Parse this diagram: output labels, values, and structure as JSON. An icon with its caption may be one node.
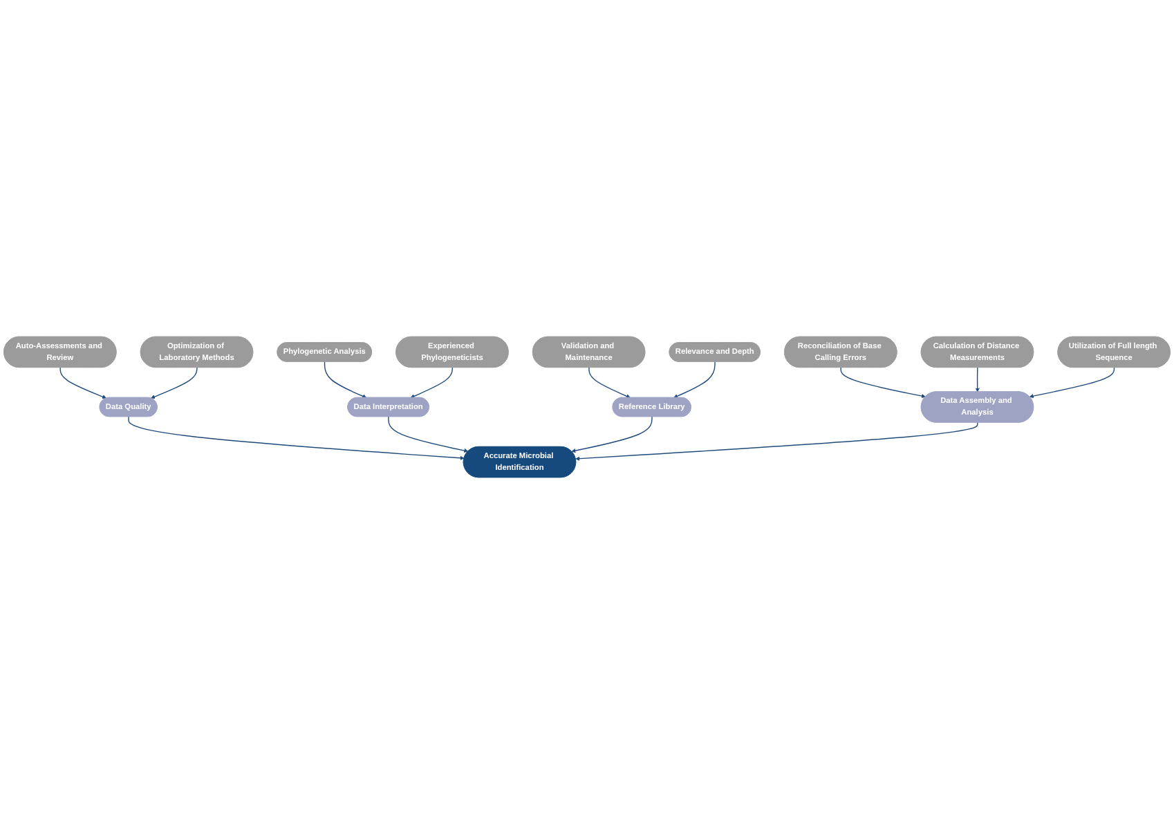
{
  "diagram": {
    "nodes": [
      {
        "text": [
          "Auto-Assessments and Review"
        ]
      },
      {
        "text": [
          "Optimization of Laboratory Methods"
        ]
      },
      {
        "text": [
          "Data Quality"
        ]
      },
      {
        "text": [
          "Phylogenetic Analysis"
        ]
      },
      {
        "text": [
          "Validation and Maintenance"
        ]
      },
      {
        "text": [
          "Data Interpretation"
        ]
      },
      {
        "text": [
          "Accurate Microbial Identification"
        ]
      },
      {
        "text": [
          "Reference Library"
        ]
      },
      {
        "text": [
          "Experienced Phylogeneticists"
        ]
      },
      {
        "text": [
          "Relevance and Depth"
        ]
      },
      {
        "text": [
          "Data Assembly and Analysis"
        ]
      },
      {
        "text": [
          "Reconciliation of Base Calling Errors"
        ]
      },
      {
        "text": [
          "Calculation of Distance Measurements"
        ]
      },
      {
        "text": [
          "Utilization of Full length Sequence"
        ]
      }
    ],
    "edges": [
      {
        "from": 0,
        "to": 2,
        "arrow": "to"
      },
      {
        "from": 1,
        "to": 2,
        "arrow": "to"
      },
      {
        "from": 2,
        "to": 6,
        "arrow": "to"
      },
      {
        "from": 3,
        "to": 5,
        "arrow": "to"
      },
      {
        "from": 8,
        "to": 5,
        "arrow": "to"
      },
      {
        "from": 5,
        "to": 6,
        "arrow": "to"
      },
      {
        "from": 4,
        "to": 7,
        "arrow": "to"
      },
      {
        "from": 9,
        "to": 7,
        "arrow": "to"
      },
      {
        "from": 7,
        "to": 6,
        "arrow": "to"
      },
      {
        "from": 10,
        "to": 6,
        "arrow": "to"
      },
      {
        "from": 11,
        "to": 10,
        "arrow": "to"
      },
      {
        "from": 12,
        "to": 10,
        "arrow": "to"
      },
      {
        "from": 13,
        "to": 10,
        "arrow": "to"
      }
    ]
  }
}
